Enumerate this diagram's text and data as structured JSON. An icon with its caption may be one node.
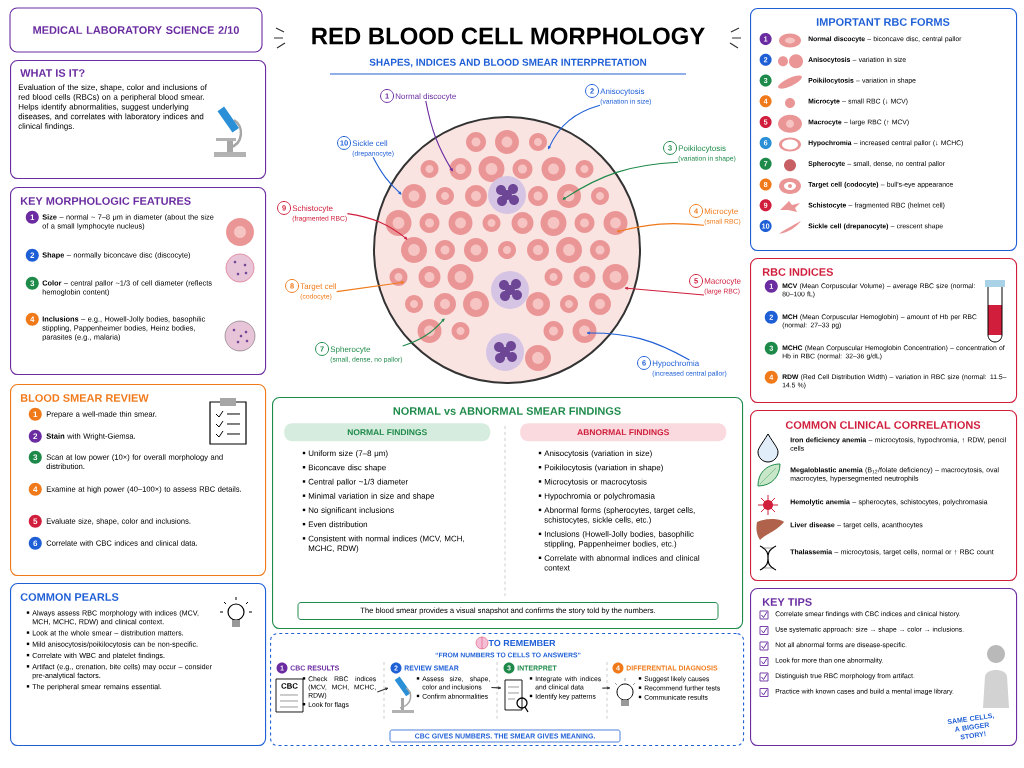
{
  "diagram": {
    "title": "RED BLOOD CELL MORPHOLOGY",
    "nodes": [
      {
        "text": [
          "MEDICAL LABORATORY SCIENCE 2/10"
        ]
      },
      {
        "text": [
          "WHAT IS IT?",
          "Evaluation of the size, shape, color and inclusions of red blood cells (RBCs) on a peripheral blood smear. Helps identify abnormalities, suggest underlying diseases, and correlates with laboratory indices and clinical findings."
        ]
      },
      {
        "text": [
          "KEY MORPHOLOGIC FEATURES"
        ]
      },
      {
        "text": [
          "1",
          "**Size** – normal ~ 7–8 μm in diameter (about the size of a small lymphocyte nucleus)"
        ],
        "in": 2
      },
      {
        "text": [
          "2",
          "**Shape** – normally biconcave disc (discocyte)"
        ],
        "in": 2
      },
      {
        "text": [
          "3",
          "**Color** – central pallor ~1/3 of cell diameter (reflects hemoglobin content)"
        ],
        "in": 2
      },
      {
        "text": [
          "4",
          "**Inclusions** – e.g., Howell-Jolly bodies, basophilic stippling, Pappenheimer bodies, Heinz bodies, parasites (e.g., malaria)"
        ],
        "in": 2
      },
      {
        "text": [
          "BLOOD SMEAR REVIEW"
        ]
      },
      {
        "text": [
          "1",
          "Prepare a well-made thin smear."
        ],
        "in": 7
      },
      {
        "text": [
          "2",
          "**Stain** with Wright-Giemsa."
        ],
        "in": 7
      },
      {
        "text": [
          "3",
          "Scan at low power (10×) for overall morphology and distribution."
        ],
        "in": 7
      },
      {
        "text": [
          "4",
          "Examine at high power (40–100×) to assess RBC details."
        ],
        "in": 7
      },
      {
        "text": [
          "5",
          "Evaluate size, shape, color and inclusions."
        ],
        "in": 7
      },
      {
        "text": [
          "6",
          "Correlate with CBC indices and clinical data."
        ],
        "in": 7
      },
      {
        "text": [
          "COMMON PEARLS",
          "Always assess RBC morphology with indices (MCV, MCH, MCHC, RDW) and clinical context.",
          "Look at the whole smear – distribution matters.",
          "Mild anisocytosis/poikilocytosis can be non-specific.",
          "Correlate with WBC and platelet findings.",
          "Artifact (e.g., crenation, bite cells) may occur – consider pre-analytical factors.",
          "The peripheral smear remains essential."
        ]
      },
      {
        "text": [
          "1",
          "Normal discocyte"
        ]
      },
      {
        "text": [
          "2",
          "Anisocytosis",
          "(variation in size)"
        ]
      },
      {
        "text": [
          "3",
          "Poikilocytosis",
          "(variation in shape)"
        ]
      },
      {
        "text": [
          "4",
          "Microcyte",
          "(small RBC)"
        ]
      },
      {
        "text": [
          "5",
          "Macrocyte",
          "(large RBC)"
        ]
      },
      {
        "text": [
          "6",
          "Hypochromia",
          "(increased central pallor)"
        ]
      },
      {
        "text": [
          "7",
          "Spherocyte",
          "(small, dense, no pallor)"
        ]
      },
      {
        "text": [
          "8",
          "Target cell",
          "(codocyte)"
        ]
      },
      {
        "text": [
          "9",
          "Schistocyte",
          "(fragmented RBC)"
        ]
      },
      {
        "text": [
          "10",
          "Sickle cell",
          "(drepanocyte)"
        ]
      },
      {
        "text": [
          "NORMAL vs ABNORMAL SMEAR FINDINGS"
        ]
      },
      {
        "text": [
          "NORMAL FINDINGS",
          "Uniform size (7–8 μm)",
          "Biconcave disc shape",
          "Central pallor ~1/3 diameter",
          "Minimal variation in size and shape",
          "No significant inclusions",
          "Even distribution",
          "Consistent with normal indices (MCV, MCH, MCHC, RDW)"
        ],
        "in": 25
      },
      {
        "text": [
          "ABNORMAL FINDINGS",
          "Anisocytosis (variation in size)",
          "Poikilocytosis (variation in shape)",
          "Microcytosis or macrocytosis",
          "Hypochromia or polychromasia",
          "Abnormal forms (spherocytes, target cells, schistocytes, sickle cells, etc.)",
          "Inclusions (Howell-Jolly bodies, basophilic stippling, Pappenheimer bodies, etc.)",
          "Correlate with abnormal indices and clinical context"
        ],
        "in": 25
      },
      {
        "text": [
          "The blood smear provides a visual snapshot and confirms the story told by the numbers."
        ],
        "in": 25
      },
      {
        "text": [
          "TO REMEMBER",
          "“FROM NUMBERS TO CELLS TO ANSWERS”"
        ]
      },
      {
        "text": [
          "1",
          "CBC RESULTS",
          "Check RBC indices (MCV, MCH, MCHC, RDW)",
          "Look for flags"
        ],
        "in": 29
      },
      {
        "text": [
          "2",
          "REVIEW SMEAR",
          "Assess size, shape, color and inclusions",
          "Confirm abnormalities"
        ],
        "in": 29
      },
      {
        "text": [
          "3",
          "INTERPRET",
          "Integrate with indices and clinical data",
          "Identify key patterns"
        ],
        "in": 29
      },
      {
        "text": [
          "4",
          "DIFFERENTIAL DIAGNOSIS",
          "Suggest likely causes",
          "Recommend further tests",
          "Communicate results"
        ],
        "in": 29
      },
      {
        "text": [
          "CBC GIVES NUMBERS. THE SMEAR GIVES MEANING."
        ],
        "in": 29
      },
      {
        "text": [
          "IMPORTANT RBC FORMS"
        ]
      },
      {
        "text": [
          "1",
          "**Normal discocyte** – biconcave disc, central pallor"
        ],
        "in": 35
      },
      {
        "text": [
          "2",
          "**Anisocytosis** – variation in size"
        ],
        "in": 35
      },
      {
        "text": [
          "3",
          "**Poikilocytosis** – variation in shape"
        ],
        "in": 35
      },
      {
        "text": [
          "4",
          "**Microcyte** – small RBC (↓ MCV)"
        ],
        "in": 35
      },
      {
        "text": [
          "5",
          "**Macrocyte** – large RBC (↑ MCV)"
        ],
        "in": 35
      },
      {
        "text": [
          "6",
          "**Hypochromia** – increased central pallor (↓ MCHC)"
        ],
        "in": 35
      },
      {
        "text": [
          "7",
          "**Spherocyte** – small, dense, no central pallor"
        ],
        "in": 35
      },
      {
        "text": [
          "8",
          "**Target cell (codocyte)** – bull's-eye appearance"
        ],
        "in": 35
      },
      {
        "text": [
          "9",
          "**Schistocyte** – fragmented RBC (helmet cell)"
        ],
        "in": 35
      },
      {
        "text": [
          "10",
          "**Sickle cell (drepanocyte)** – crescent shape"
        ],
        "in": 35
      },
      {
        "text": [
          "RBC INDICES"
        ]
      },
      {
        "text": [
          "1",
          "**MCV** (Mean Corpuscular Volume) – average RBC size (normal: 80–100 fL)"
        ],
        "in": 46
      },
      {
        "text": [
          "2",
          "**MCH** (Mean Corpuscular Hemoglobin) – amount of Hb per RBC (normal: 27–33 pg)"
        ],
        "in": 46
      },
      {
        "text": [
          "3",
          "**MCHC** (Mean Corpuscular Hemoglobin Concentration) – concentration of Hb in RBC (normal: 32–36 g/dL)"
        ],
        "in": 46
      },
      {
        "text": [
          "4",
          "**RDW** (Red Cell Distribution Width) – variation in RBC size (normal: 11.5–14.5 %)"
        ],
        "in": 46
      },
      {
        "text": [
          "COMMON CLINICAL CORRELATIONS"
        ]
      },
      {
        "text": [
          "**Iron deficiency anemia** – microcytosis, hypochromia, ↑ RDW, pencil cells"
        ],
        "in": 51
      },
      {
        "text": [
          "**Megaloblastic anemia** (B$_{12}$/folate deficiency) – macrocytosis, oval macrocytes, hypersegmented neutrophils"
        ],
        "in": 51
      },
      {
        "text": [
          "**Hemolytic anemia** – spherocytes, schistocytes, polychromasia"
        ],
        "in": 51
      },
      {
        "text": [
          "**Liver disease** – target cells, acanthocytes"
        ],
        "in": 51
      },
      {
        "text": [
          "**Thalassemia** – microcytosis, target cells, normal or ↑ RBC count"
        ],
        "in": 51
      },
      {
        "text": [
          "KEY TIPS",
          "Correlate smear findings with CBC indices and clinical history.",
          "Use systematic approach: size → shape → color → inclusions.",
          "Not all abnormal forms are disease-specific.",
          "Look for more than one abnormality.",
          "Distinguish true RBC morphology from artifact.",
          "Practice with known cases and build a mental image library.",
          "SAME CELLS, A BIGGER STORY!"
        ]
      }
    ],
    "edges": [
      {
        "from": 15,
        "to": null,
        "arrow": "to",
        "color": "#6a2ca0"
      },
      {
        "from": 16,
        "to": null,
        "arrow": "to",
        "color": "#1f5fd6"
      },
      {
        "from": 17,
        "to": null,
        "arrow": "to",
        "color": "#1e8a4a"
      },
      {
        "from": 18,
        "to": null,
        "arrow": "to",
        "color": "#f07a1a"
      },
      {
        "from": 19,
        "to": null,
        "arrow": "to",
        "color": "#d01e3c"
      },
      {
        "from": 20,
        "to": null,
        "arrow": "to",
        "color": "#1f5fd6"
      },
      {
        "from": 21,
        "to": null,
        "arrow": "to",
        "color": "#1e8a4a"
      },
      {
        "from": 22,
        "to": null,
        "arrow": "to",
        "color": "#f07a1a"
      },
      {
        "from": 23,
        "to": null,
        "arrow": "to",
        "color": "#d01e3c"
      },
      {
        "from": 24,
        "to": null,
        "arrow": "to",
        "color": "#1f5fd6"
      },
      {
        "from": 30,
        "to": 31,
        "arrow": "to",
        "color": "#333333"
      },
      {
        "from": 31,
        "to": 32,
        "arrow": "to",
        "color": "#333333"
      },
      {
        "from": 32,
        "to": 33,
        "arrow": "to",
        "color": "#333333"
      }
    ],
    "labels": [
      "SHAPES, INDICES AND BLOOD SMEAR INTERPRETATION",
      "CBC"
    ]
  }
}
